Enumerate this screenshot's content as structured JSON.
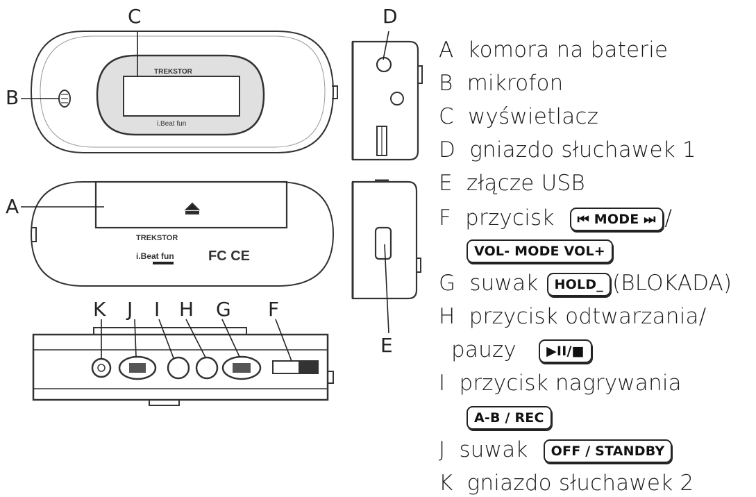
{
  "diagram": {
    "callouts": [
      "A",
      "B",
      "C",
      "D",
      "E",
      "F",
      "G",
      "H",
      "I",
      "J",
      "K"
    ],
    "device_text": {
      "brand": "TREKSTOR",
      "model": "i.Beat fun",
      "marks": "FC CE"
    }
  },
  "legend": [
    {
      "letter": "A",
      "text": "komora na baterie"
    },
    {
      "letter": "B",
      "text": "mikrofon"
    },
    {
      "letter": "C",
      "text": "wyświetlacz"
    },
    {
      "letter": "D",
      "text": "gniazdo słuchawek 1"
    },
    {
      "letter": "E",
      "text": "złącze USB"
    },
    {
      "letter": "F",
      "text": "przycisk",
      "button": "⏮ MODE ⏭",
      "after": "/"
    },
    {
      "letter": "",
      "text": "",
      "button": "VOL- MODE VOL+"
    },
    {
      "letter": "G",
      "text": "suwak",
      "button": "HOLD_",
      "after": "(BLOKADA)"
    },
    {
      "letter": "H",
      "text": "przycisk odtwarzania/"
    },
    {
      "letter": "",
      "text": "pauzy",
      "button": "▶II/■"
    },
    {
      "letter": "I",
      "text": "przycisk nagrywania"
    },
    {
      "letter": "",
      "text": "",
      "button": "A-B / REC"
    },
    {
      "letter": "J",
      "text": "suwak",
      "button": "OFF / STANDBY"
    },
    {
      "letter": "K",
      "text": "gniazdo słuchawek 2"
    }
  ]
}
